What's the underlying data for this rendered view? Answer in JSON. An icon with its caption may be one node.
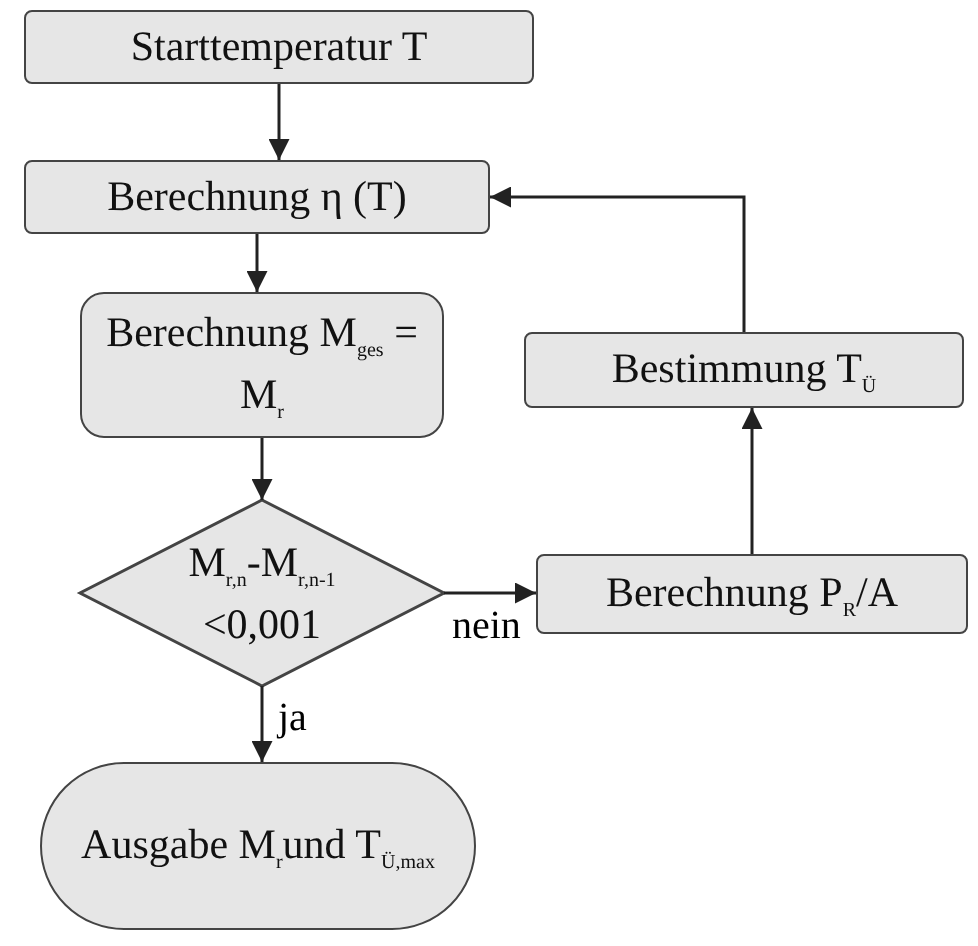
{
  "diagram": {
    "nodes": [
      {
        "text": [
          "Starttemperatur T"
        ]
      },
      {
        "text": [
          "Berechnung η (T)"
        ]
      },
      {
        "text": [
          "Berechnung M$_{ges}$ = M$_{r}$"
        ]
      },
      {
        "text": [
          "M$_{r,n}$-M$_{r,n-1}$ <0,001"
        ]
      },
      {
        "text": [
          "Ausgabe M$_{r}$und T$_{Ü,max}$"
        ]
      },
      {
        "text": [
          "Berechnung P$_{R}$/A"
        ]
      },
      {
        "text": [
          "Bestimmung T$_{Ü}$"
        ]
      }
    ],
    "edges": [
      {
        "from": 0,
        "to": 1,
        "arrow": "to"
      },
      {
        "from": 1,
        "to": 2,
        "arrow": "to"
      },
      {
        "from": 2,
        "to": 3,
        "arrow": "to"
      },
      {
        "from": 3,
        "to": 4,
        "arrow": "to",
        "label": "ja"
      },
      {
        "from": 3,
        "to": 5,
        "arrow": "to",
        "label": "nein"
      },
      {
        "from": 5,
        "to": 6,
        "arrow": "to"
      },
      {
        "from": 6,
        "to": 1,
        "arrow": "to"
      }
    ]
  }
}
